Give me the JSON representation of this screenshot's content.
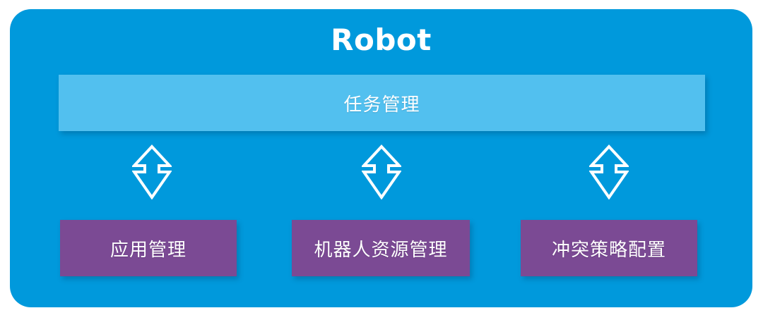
{
  "diagram": {
    "title": "Robot",
    "colors": {
      "panel_blue": "#0099dc",
      "task_bar_blue": "#52c0ef",
      "module_purple": "#7b4a94",
      "text_white": "#ffffff"
    },
    "task_bar": {
      "label": "任务管理"
    },
    "connectors": [
      {
        "icon": "double-arrow-vertical-icon"
      },
      {
        "icon": "double-arrow-vertical-icon"
      },
      {
        "icon": "double-arrow-vertical-icon"
      }
    ],
    "modules": [
      {
        "label": "应用管理"
      },
      {
        "label": "机器人资源管理"
      },
      {
        "label": "冲突策略配置"
      }
    ]
  }
}
